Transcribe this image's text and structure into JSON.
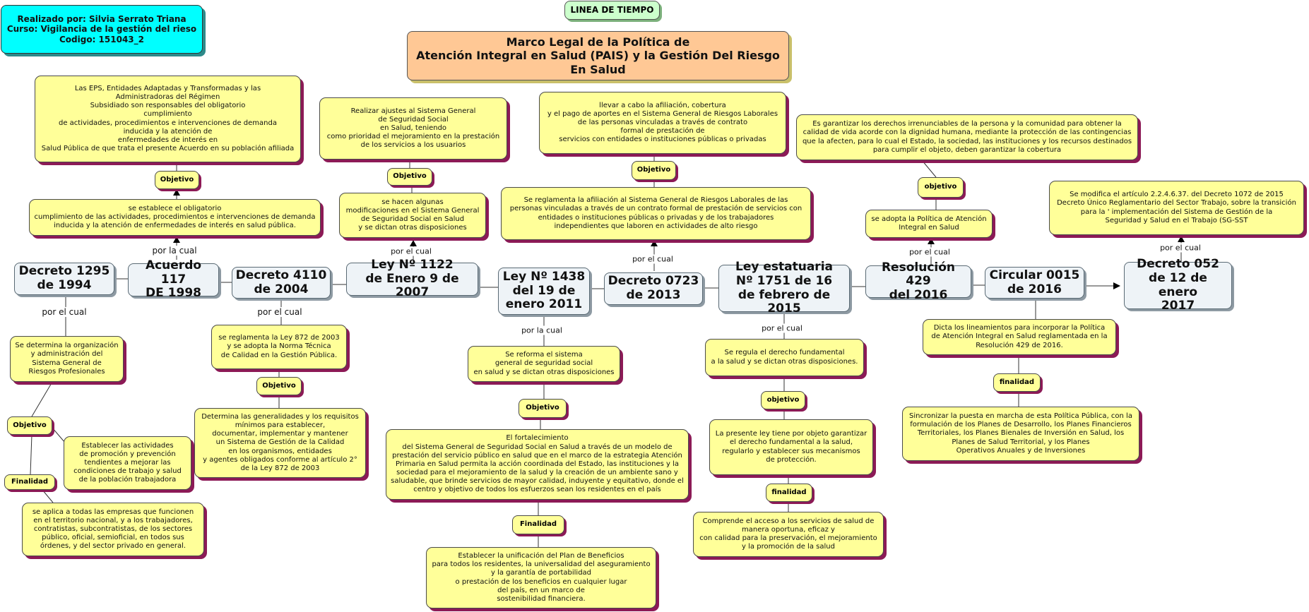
{
  "header": {
    "author_info": "Realizado por: Silvia Serrato Triana\nCurso: Vigilancia de la gestión del rieso\nCodigo: 151043_2",
    "timeline_label": "LINEA DE TIEMPO",
    "title": "Marco Legal de la Política de\nAtención Integral en Salud (PAIS) y  la Gestión Del Riesgo\nEn Salud"
  },
  "timeline": {
    "n1": "Decreto 1295\nde 1994",
    "n2": "Acuerdo 117\nDE 1998",
    "n3": "Decreto 4110\nde 2004",
    "n4": "Ley Nº 1122\nde Enero 9 de 2007",
    "n5": "Ley Nº 1438\ndel 19 de\nenero 2011",
    "n6": "Decreto 0723\nde 2013",
    "n7": "Ley estatuaria\nNº 1751 de 16\nde febrero de 2015",
    "n8": "Resolución 429\ndel 2016",
    "n9": "Circular 0015\nde 2016",
    "n10": "Decreto 052\nde 12 de enero\n2017"
  },
  "linking": {
    "por_el_cual_1": "por el cual",
    "por_la_cual_2": "por la cual",
    "por_el_cual_3": "por el cual",
    "por_el_cual_4": "por el cual",
    "por_la_cual_5": "por la cual",
    "por_el_cual_6": "por el cual",
    "por_el_cual_7": "por el cual",
    "por_el_cual_8": "por el cual",
    "por_el_cual_10": "por el cual"
  },
  "labels": {
    "objetivo_1": "Objetivo",
    "finalidad_1": "Finalidad",
    "objetivo_2": "Objetivo",
    "objetivo_3": "Objetivo",
    "objetivo_4": "Objetivo",
    "objetivo_5": "Objetivo",
    "finalidad_5": "Finalidad",
    "objetivo_6": "Objetivo",
    "objetivo_7": "objetivo",
    "finalidad_7": "finalidad",
    "objetivo_8": "objetivo",
    "finalidad_9": "finalidad"
  },
  "descriptions": {
    "d1_main": "Se determina la organización\ny administración del\nSistema General de\nRiesgos Profesionales",
    "d1_obj": "Establecer las actividades\nde promoción y prevención\ntendientes a mejorar las\ncondiciones de  trabajo y salud\nde la población trabajadora",
    "d1_fin": "se aplica a todas las empresas  que funcionen\nen el territorio  nacional, y a los trabajadores,\ncontratistas,  subcontratistas,  de los sectores\npúblico, oficial, semioficial,  en todos sus\nórdenes, y del  sector privado en general.",
    "d2_main": "se establece el obligatorio\ncumplimiento de las actividades, procedimientos e intervenciones de demanda\ninducida  y la atención de enfermedades de interés en salud pública.",
    "d2_obj": "Las EPS, Entidades Adaptadas y Transformadas y las\nAdministradoras del Régimen\nSubsidiado son responsables del obligatorio\ncumplimiento\nde actividades, procedimientos e intervenciones de demanda\ninducida y la atención de\nenfermedades de interés en\nSalud Pública de que trata el presente Acuerdo en su población afiliada",
    "d3_main": "se reglamenta la Ley 872 de 2003\ny se adopta la Norma Técnica\nde Calidad en la Gestión Pública.",
    "d3_obj": "Determina las generalidades y los requisitos\nmínimos para establecer,\ndocumentar, implementar y mantener\nun Sistema de Gestión de la Calidad\nen los organismos, entidades\ny agentes  obligados conforme al artículo 2°\nde la Ley 872 de 2003",
    "d4_main": "se hacen algunas\nmodificaciones en el Sistema General\nde Seguridad Social en Salud\ny se dictan otras disposiciones",
    "d4_obj": "Realizar ajustes al Sistema General\nde Seguridad Social\nen Salud, teniendo\ncomo prioridad el mejoramiento en la prestación\nde los servicios a los usuarios",
    "d5_main": "Se reforma el sistema\ngeneral de seguridad social\nen salud y se dictan otras disposiciones",
    "d5_obj": "El fortalecimiento\ndel Sistema General de Seguridad Social en Salud a través de un modelo de\nprestación del servicio público en salud que en el marco de la estrategia Atención\nPrimaria en Salud permita la acción coordinada del Estado, las instituciones y la\nsociedad para el mejoramiento de la salud y la creación de un ambiente sano y\nsaludable, que brinde servicios de mayor calidad, induyente y equitativo, donde el\ncentro y objetivo de todos los esfuerzos sean los residentes en el país",
    "d5_fin": "Establecer la unificación del Plan de Beneficios\npara todos los residentes, la universalidad del aseguramiento\ny la garantía de portabilidad\no prestación de los beneficios en cualquier lugar\ndel país, en un marco de\nsostenibilidad financiera.",
    "d6_main": "Se reglamenta la afiliación al Sistema General de Riesgos Laborales de las\npersonas vinculadas a  través de un contrato formal de prestación de servicios con\nentidades o instituciones públicas o privadas y de los trabajadores\nindependientes que  laboren en actividades de alto riesgo",
    "d6_obj": "llevar a cabo la afiliación, cobertura\ny el pago de aportes en el Sistema General de Riesgos Laborales\nde las personas vinculadas a través de contrato\nformal de prestación de\nservicios con entidades o instituciones públicas o privadas",
    "d7_main": "Se regula el derecho fundamental\na la salud y se dictan otras disposiciones.",
    "d7_obj": "La presente ley tiene por objeto garantizar\nel derecho  fundamental a la salud,\nregularlo y establecer sus mecanismos\nde protección.",
    "d7_fin": "Comprende el acceso a los servicios de salud de\nmanera oportuna, eficaz y\ncon calidad para la preservación, el mejoramiento\ny la promoción de la salud",
    "d8_main": "se adopta la Política de Atención\nIntegral en Salud",
    "d8_obj": "Es garantizar los derechos irrenunciables de la persona y la comunidad para obtener la\ncalidad de vida acorde con la dignidad humana, mediante la protección de las contingencias\nque la afecten, para lo cual el Estado, la sociedad, las instituciones y los recursos destinados\npara cumplir el objeto, deben garantizar la cobertura",
    "d9_main": "Dicta los lineamientos para incorporar la Política\nde Atención Integral en Salud reglamentada en la\nResolución 429 de 2016.",
    "d9_fin": "Sincronizar la puesta en marcha de esta Política Pública, con la\nformulación de los Planes de Desarrollo, los Planes Financieros\nTerritoriales, los Planes Bienales de Inversión en Salud, los\nPlanes de Salud Territorial, y los Planes\nOperativos Anuales y de Inversiones",
    "d10_main": "Se modifica el artículo 2.2.4.6.37. del Decreto 1072 de 2015\nDecreto Único Reglamentario del Sector Trabajo, sobre la transición\npara la ' implementación del Sistema de Gestión de la\nSeguridad y Salud en el Trabajo (SG-SST"
  }
}
